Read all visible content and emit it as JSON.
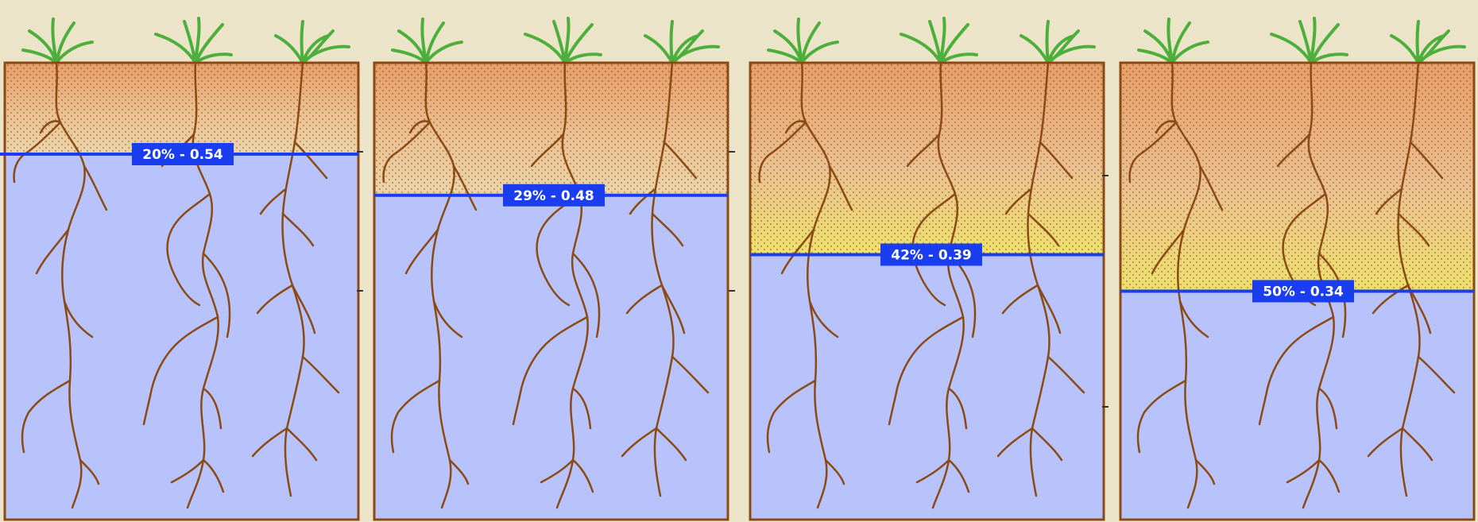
{
  "panels": [
    {
      "label": "20% - 0.54",
      "depletion_fraction": 0.2
    },
    {
      "label": "29% - 0.48",
      "depletion_fraction": 0.29
    },
    {
      "label": "42% - 0.39",
      "depletion_fraction": 0.42
    },
    {
      "label": "50% - 0.34",
      "depletion_fraction": 0.5
    }
  ],
  "colors": {
    "background": "#ece4c8",
    "frame": "#8b4a14",
    "soil_top": "#e89d66",
    "soil_dry": "#efe06c",
    "water": "#b8c3fb",
    "water_line": "#1a3df0",
    "label_bg": "#1a3df0",
    "root": "#8b4a14",
    "plant": "#4caf3c"
  },
  "icons": [
    "plant-icon",
    "root-system-icon"
  ]
}
